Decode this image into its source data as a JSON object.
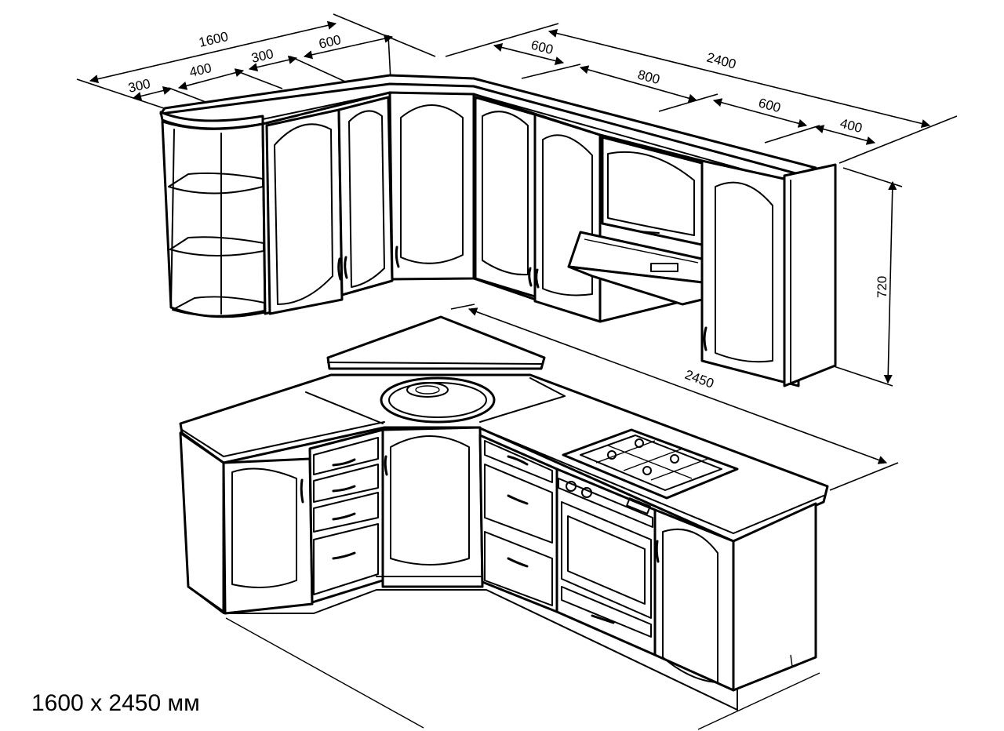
{
  "dimensions": {
    "upper_total_left": "1600",
    "upper_left_1": "300",
    "upper_left_2": "400",
    "upper_left_3": "300",
    "upper_left_4": "600",
    "upper_total_right": "2400",
    "upper_right_1": "600",
    "upper_right_2": "800",
    "upper_right_3": "600",
    "upper_right_4": "400",
    "upper_height": "720",
    "lower_right_length": "2450"
  },
  "caption": "1600 x 2450 мм"
}
